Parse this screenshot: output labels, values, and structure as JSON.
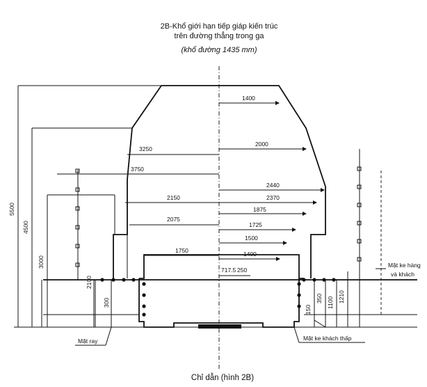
{
  "title": {
    "line1": "2B-Khổ giới hạn tiếp giáp kiến trúc",
    "line2": "trên đường thẳng trong ga",
    "gauge": "(khổ đường 1435 mm)"
  },
  "caption": "Chỉ dẫn (hình 2B)",
  "horizontal_dimensions": [
    "1400",
    "3250",
    "2000",
    "3750",
    "2440",
    "2150",
    "2370",
    "1875",
    "2075",
    "1725",
    "1500",
    "1750",
    "1400",
    "717.5",
    "250"
  ],
  "vertical_dimensions_left": [
    "5500",
    "4500",
    "3000",
    "2100",
    "300"
  ],
  "vertical_dimensions_right": [
    "150",
    "350",
    "1100",
    "1210"
  ],
  "labels": {
    "high_platform_line1": "Mặt ke hàng",
    "high_platform_line2": "và khách",
    "rail_level": "Mặt ray",
    "low_platform": "Mặt ke khách thấp"
  }
}
